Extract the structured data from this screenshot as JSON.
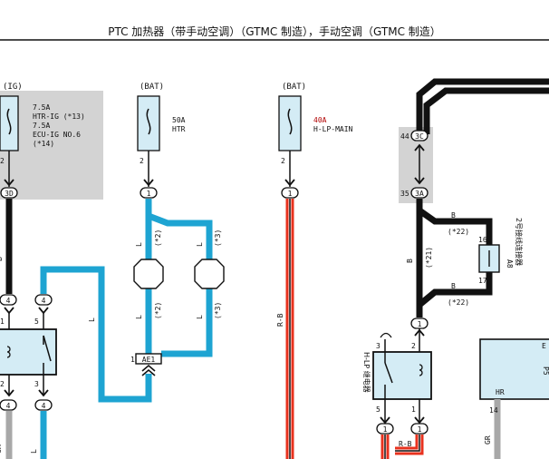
{
  "title": "PTC 加热器（带手动空调）（GTMC 制造），手动空调（GTMC 制造）",
  "fuses": {
    "ig": {
      "source": "(IG)",
      "l1": "7.5A",
      "l2": "HTR-IG (*13)",
      "l3": "7.5A",
      "l4": "ECU-IG NO.6",
      "l5": "(*14)",
      "pin_top": "2",
      "connector": "3D"
    },
    "htr": {
      "source": "(BAT)",
      "l1": "50A",
      "l2": "HTR",
      "pin_top": "2",
      "connector": "1"
    },
    "hlp": {
      "source": "(BAT)",
      "l1": "40A",
      "l2": "H-LP-MAIN",
      "pin_top": "2",
      "connector": "1"
    },
    "right": {
      "pin_left_top": "44",
      "connector_top": "3C",
      "pin_left_bottom": "35",
      "connector_bottom": "3A"
    }
  },
  "wires": {
    "l_left_col": "L",
    "l_mid": "L",
    "l_a1": "L",
    "l_a2": "L",
    "l_b1": "L",
    "l_b2": "L",
    "n2a": "(*2)",
    "n2b": "(*2)",
    "n3a": "(*3)",
    "n3b": "(*3)",
    "rb_vertical": "R-B",
    "rb_bottom": "R-B",
    "b_top": "B",
    "b_mid": "B",
    "b_bottom": "B",
    "n22a": "(*22)",
    "n21": "(*21)",
    "n22b": "(*22)",
    "gr_left": "GR",
    "gr_right": "GR",
    "l_bottom": "L",
    "b_left": "B"
  },
  "connectors": {
    "c4a": "4",
    "c4b": "4",
    "c4c": "4",
    "c4d": "4",
    "ae1": "AE1",
    "ae1_pin": "1",
    "c1_relay": "1",
    "c1_b1": "1",
    "c1_b2": "1"
  },
  "pins": {
    "p1": "1",
    "p5": "5",
    "p2": "2",
    "p3": "3",
    "r3": "3",
    "r2": "2",
    "r5": "5",
    "r1": "1",
    "j16": "16",
    "j17": "17",
    "p14": "14"
  },
  "labels": {
    "junction": "2号接线连接器",
    "junction_code": "A8",
    "relay": "H-LP 继电器",
    "hr": "HR",
    "right_box": "P5",
    "right_box_b": "E"
  },
  "colors": {
    "blue": "#1ea4d2",
    "relay_fill": "#d4ecf5",
    "fuse_box": "#d3d3d3",
    "wire_red": "#e8321e",
    "wire_black": "#111111"
  }
}
